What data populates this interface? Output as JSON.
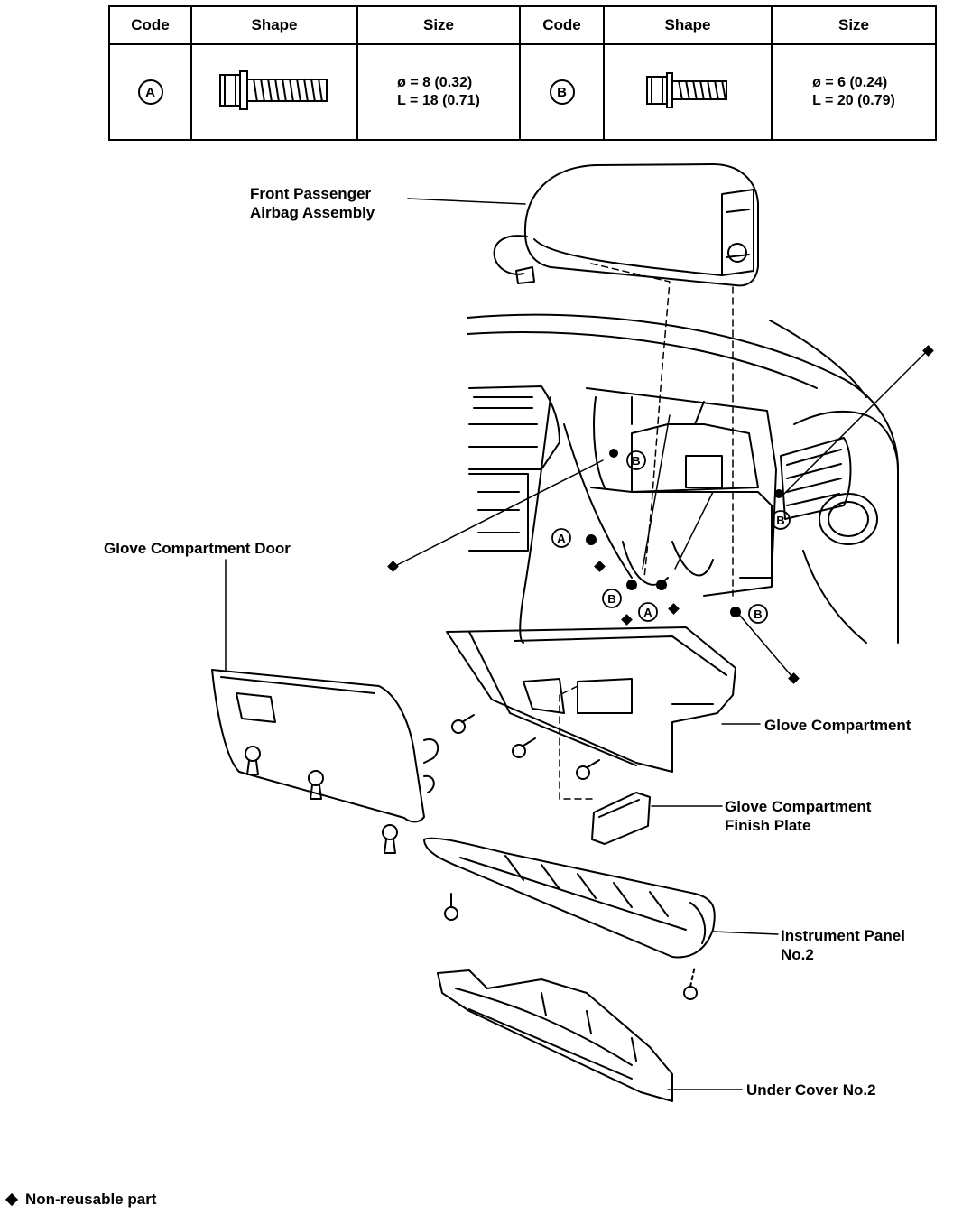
{
  "table": {
    "headers": [
      "Code",
      "Shape",
      "Size",
      "Code",
      "Shape",
      "Size"
    ],
    "bolts": [
      {
        "code": "A",
        "diameter": "ø = 8 (0.32)",
        "length": "L = 18 (0.71)"
      },
      {
        "code": "B",
        "diameter": "ø = 6 (0.24)",
        "length": "L = 20 (0.79)"
      }
    ]
  },
  "labels": {
    "airbag": [
      "Front Passenger",
      "Airbag Assembly"
    ],
    "glove_door": "Glove Compartment Door",
    "glove_compartment": "Glove Compartment",
    "finish_plate": [
      "Glove Compartment",
      "Finish Plate"
    ],
    "instrument_panel": [
      "Instrument Panel",
      "No.2"
    ],
    "under_cover": "Under Cover No.2"
  },
  "callouts": {
    "bolt_a": "A",
    "bolt_b": "B"
  },
  "legend": {
    "text": "Non-reusable part",
    "icon": "diamond-icon"
  }
}
